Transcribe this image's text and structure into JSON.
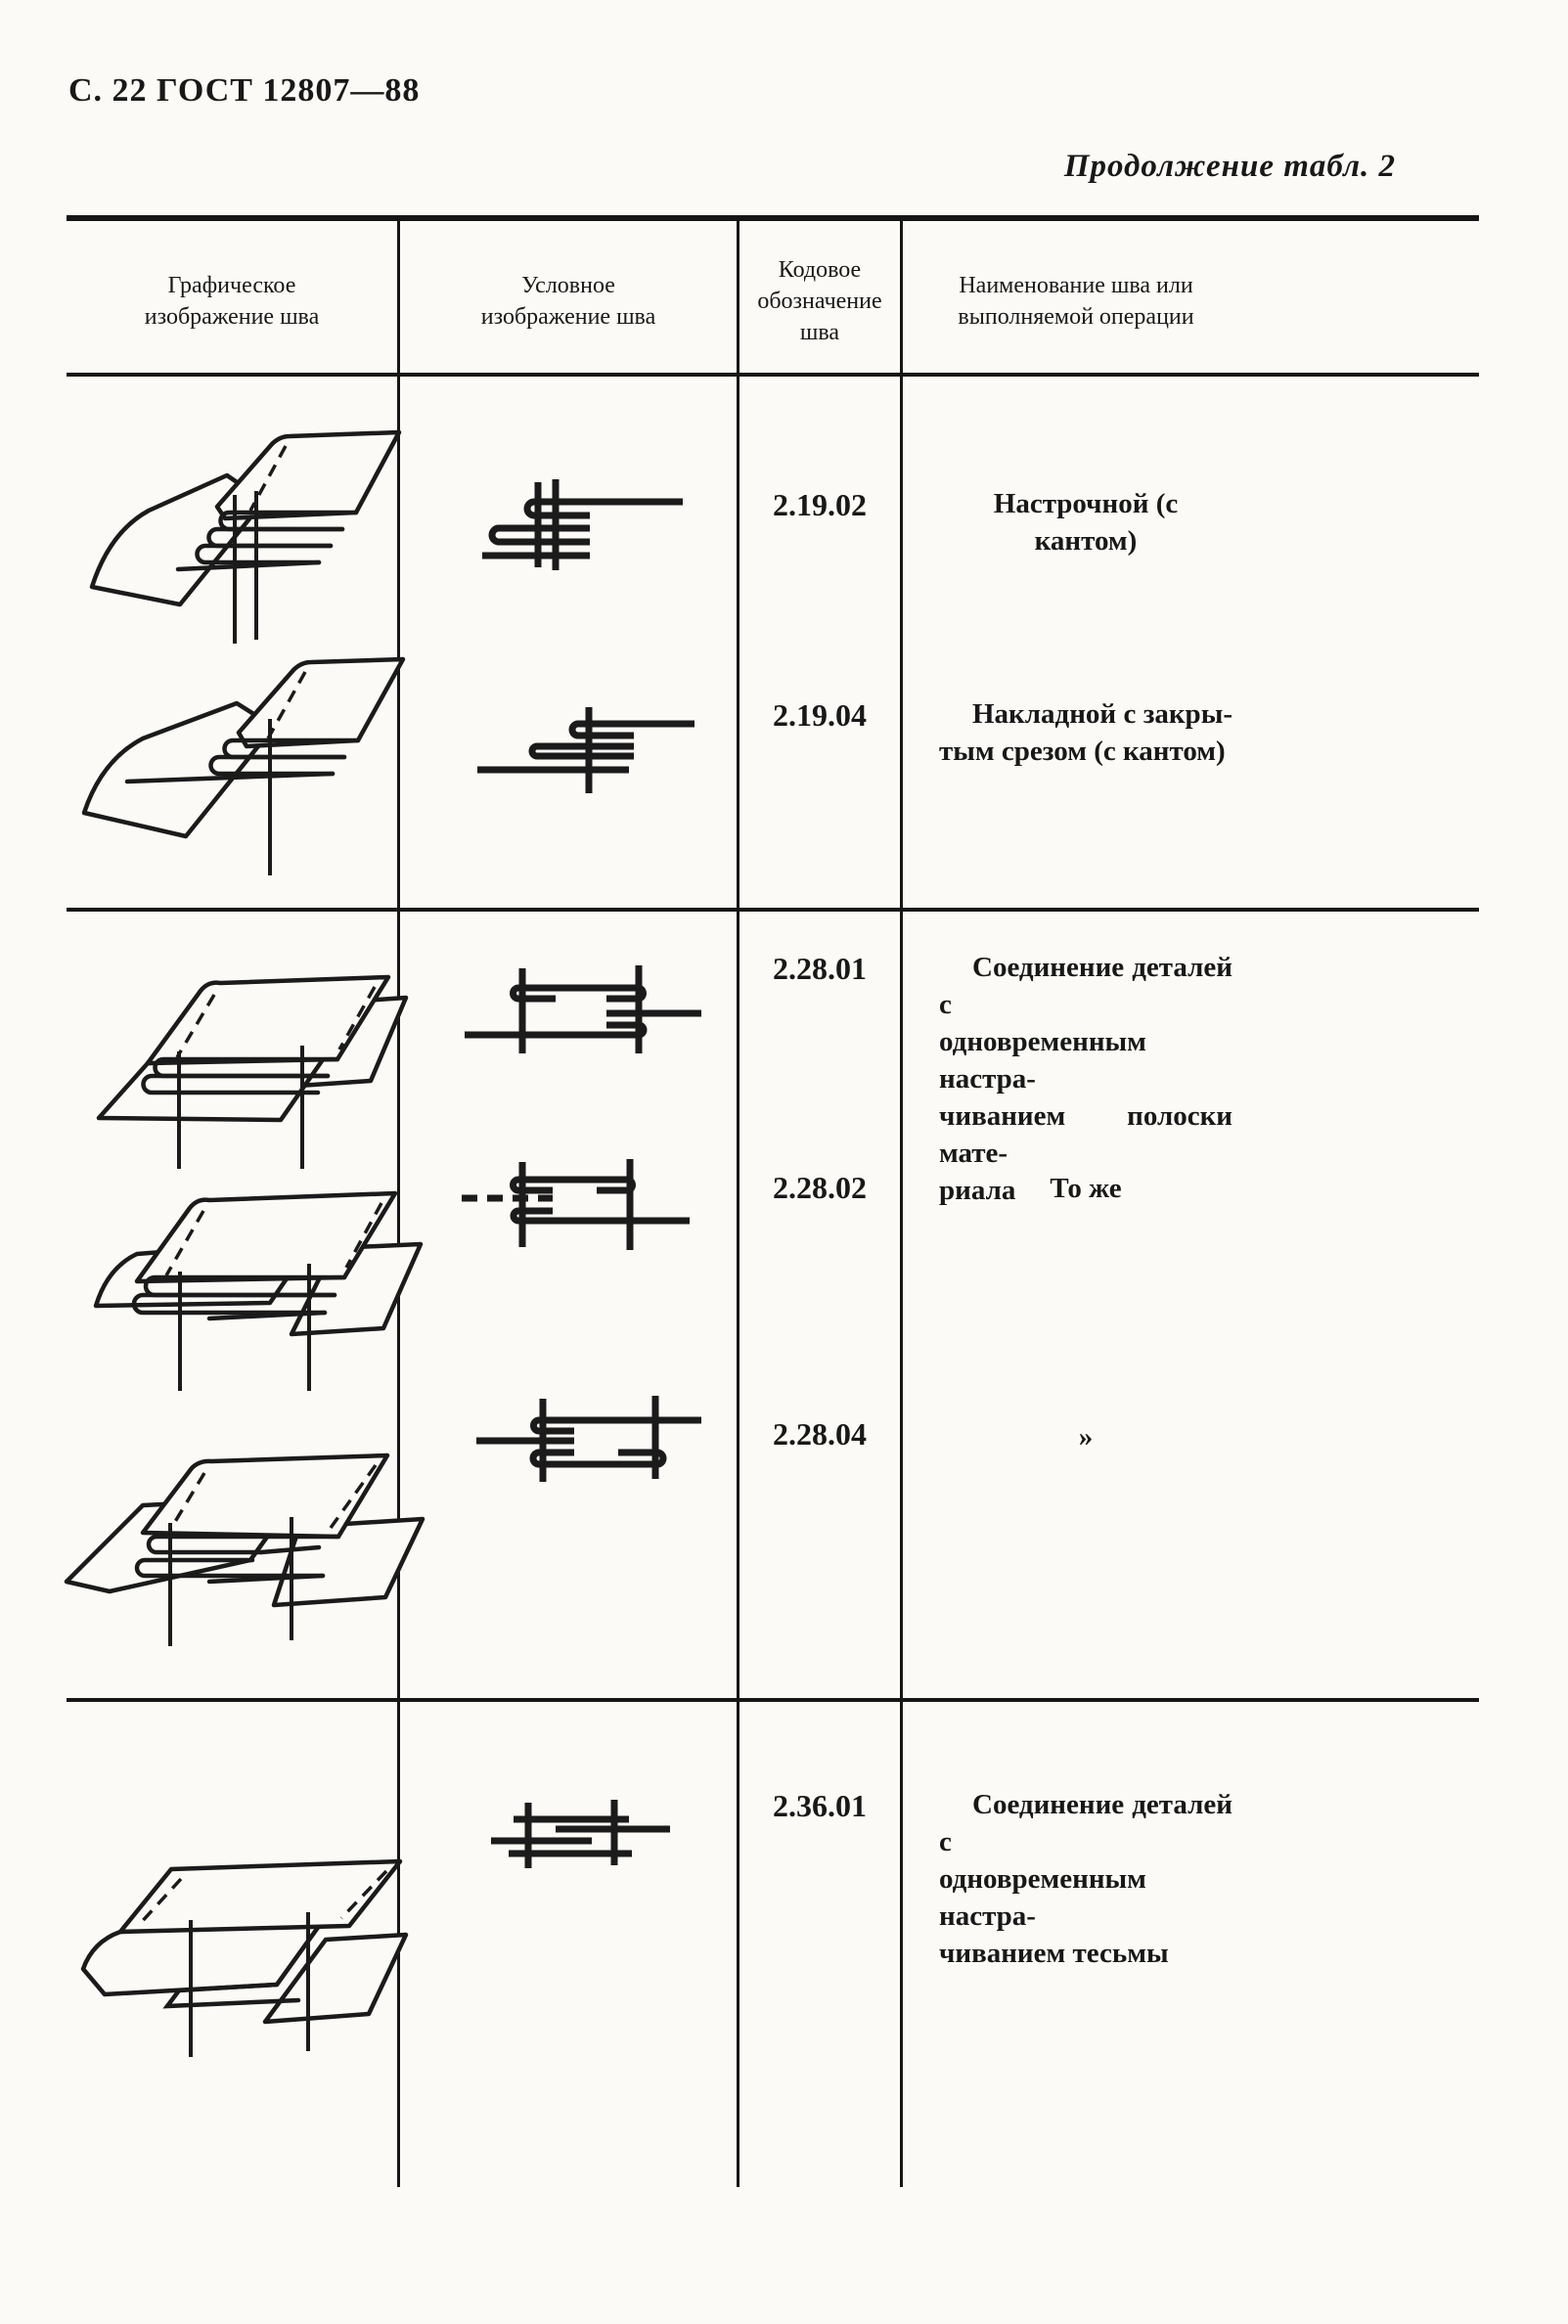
{
  "colors": {
    "paper": "#fbfaf6",
    "ink": "#1b1b1b"
  },
  "page": {
    "header_left": "С. 22 ГОСТ 12807—88",
    "continuation": "Продолжение табл. 2"
  },
  "table": {
    "columns": [
      {
        "label": "Графическое изображение шва"
      },
      {
        "label": "Условное изображение шва"
      },
      {
        "label": "Кодовое обозначение шва"
      },
      {
        "label": "Наименование шва или выполняемой операции"
      }
    ],
    "rows": [
      {
        "code": "2.19.02",
        "name_lines": [
          "Настрочной (с кантом)"
        ]
      },
      {
        "code": "2.19.04",
        "name_lines": [
          "Накладной с закры-",
          "тым срезом (с кантом)"
        ]
      },
      {
        "code": "2.28.01",
        "name_lines": [
          "Соединение деталей с",
          "одновременным настра-",
          "чиванием полоски мате-",
          "риала"
        ]
      },
      {
        "code": "2.28.02",
        "name_lines": [
          "То же"
        ]
      },
      {
        "code": "2.28.04",
        "name_lines": [
          "»"
        ]
      },
      {
        "code": "2.36.01",
        "name_lines": [
          "Соединение деталей с",
          "одновременным настра-",
          "чиванием тесьмы"
        ]
      }
    ]
  }
}
